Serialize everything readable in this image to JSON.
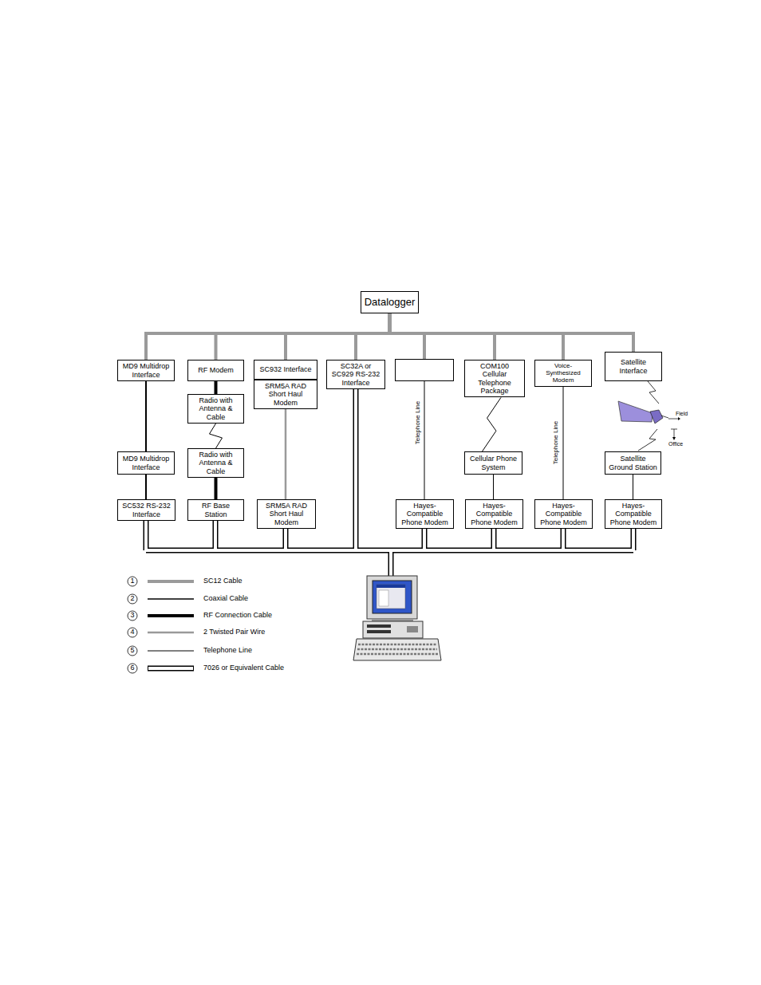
{
  "diagram": {
    "nodes": [
      {
        "text": [
          "Datalogger"
        ]
      },
      {
        "text": [
          "MD9 Multidrop Interface"
        ]
      },
      {
        "text": [
          "RF Modem"
        ]
      },
      {
        "text": [
          "SC932 Interface"
        ]
      },
      {
        "text": [
          "SRM5A RAD Short Haul Modem"
        ]
      },
      {
        "text": [
          "SC32A or SC929 RS-232 Interface"
        ]
      },
      {
        "text": [
          "COM100 Cellular Telephone Package"
        ]
      },
      {
        "text": [
          "Voice-Synthesized Modem"
        ]
      },
      {
        "text": [
          "Satellite Interface"
        ]
      },
      {
        "text": [
          "Radio with Antenna & Cable"
        ]
      },
      {
        "text": [
          "MD9 Multidrop Interface"
        ]
      },
      {
        "text": [
          "Radio with Antenna & Cable"
        ]
      },
      {
        "text": [
          "Cellular Phone System"
        ]
      },
      {
        "text": [
          "Satellite Ground Station"
        ]
      },
      {
        "text": [
          "SC532 RS-232 Interface"
        ]
      },
      {
        "text": [
          "RF Base Station"
        ]
      },
      {
        "text": [
          "SRM5A RAD Short Haul Modem"
        ]
      },
      {
        "text": [
          "Hayes-Compatible Phone Modem"
        ]
      },
      {
        "text": [
          "Hayes-Compatible Phone Modem"
        ]
      },
      {
        "text": [
          "Hayes-Compatible Phone Modem"
        ]
      },
      {
        "text": [
          "Hayes-Compatible Phone Modem"
        ]
      }
    ],
    "edges": [
      {
        "from": 0,
        "to": 1,
        "arrow": "none"
      },
      {
        "from": 0,
        "to": 2,
        "arrow": "none"
      },
      {
        "from": 0,
        "to": 3,
        "arrow": "none"
      },
      {
        "from": 0,
        "to": 5,
        "arrow": "none"
      },
      {
        "from": 0,
        "to": 6,
        "arrow": "none"
      },
      {
        "from": 0,
        "to": 7,
        "arrow": "none"
      },
      {
        "from": 0,
        "to": 8,
        "arrow": "none"
      },
      {
        "from": 1,
        "to": 10,
        "arrow": "none"
      },
      {
        "from": 10,
        "to": 14,
        "arrow": "none"
      },
      {
        "from": 2,
        "to": 9,
        "arrow": "none"
      },
      {
        "from": 9,
        "to": 11,
        "arrow": "none"
      },
      {
        "from": 11,
        "to": 15,
        "arrow": "none"
      },
      {
        "from": 4,
        "to": 16,
        "arrow": "none"
      },
      {
        "from": 6,
        "to": 12,
        "arrow": "none"
      },
      {
        "from": 12,
        "to": 18,
        "arrow": "none"
      },
      {
        "from": 7,
        "to": 19,
        "label": "Telephone Line",
        "arrow": "none"
      },
      {
        "from": 13,
        "to": 20,
        "arrow": "none"
      }
    ],
    "labels": [
      "Telephone Line",
      "Field",
      "Office",
      "1",
      "2",
      "3",
      "4",
      "5",
      "6"
    ],
    "legend": [
      {
        "text": "SC12 Cable"
      },
      {
        "text": "Coaxial Cable"
      },
      {
        "text": "RF Connection Cable"
      },
      {
        "text": "2 Twisted Pair Wire"
      },
      {
        "text": "Telephone Line"
      },
      {
        "text": "7026 or Equivalent Cable"
      }
    ]
  }
}
